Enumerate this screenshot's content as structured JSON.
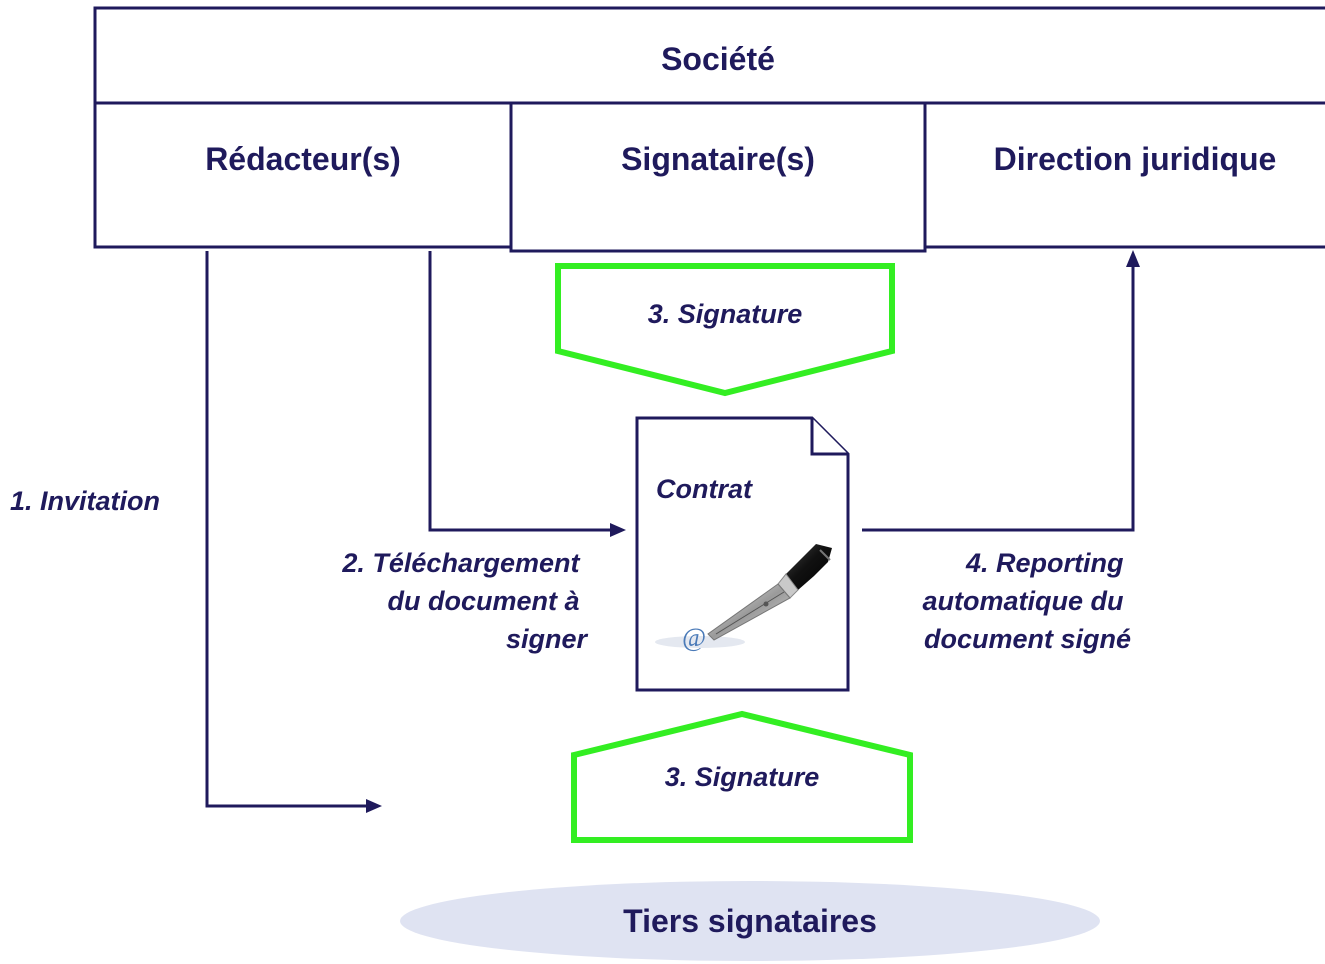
{
  "header": {
    "company_label": "Société"
  },
  "columns": [
    {
      "label": "Rédacteur(s)"
    },
    {
      "label": "Signataire(s)"
    },
    {
      "label": "Direction juridique"
    }
  ],
  "document": {
    "label": "Contrat",
    "illustration_icon": "fountain-pen-icon",
    "illustration_text": "@"
  },
  "steps": {
    "invitation": "1. Invitation",
    "upload_lines": [
      "2. Téléchargement",
      "du document à",
      "signer"
    ],
    "signature_top": "3. Signature",
    "signature_bottom": "3. Signature",
    "reporting_lines": [
      "4. Reporting",
      "automatique du",
      "document signé"
    ]
  },
  "third_parties": {
    "label": "Tiers signataires"
  },
  "colors": {
    "primary": "#1f1a5c",
    "signature_border": "#33ee22",
    "third_party_fill": "#dfe3f2"
  }
}
